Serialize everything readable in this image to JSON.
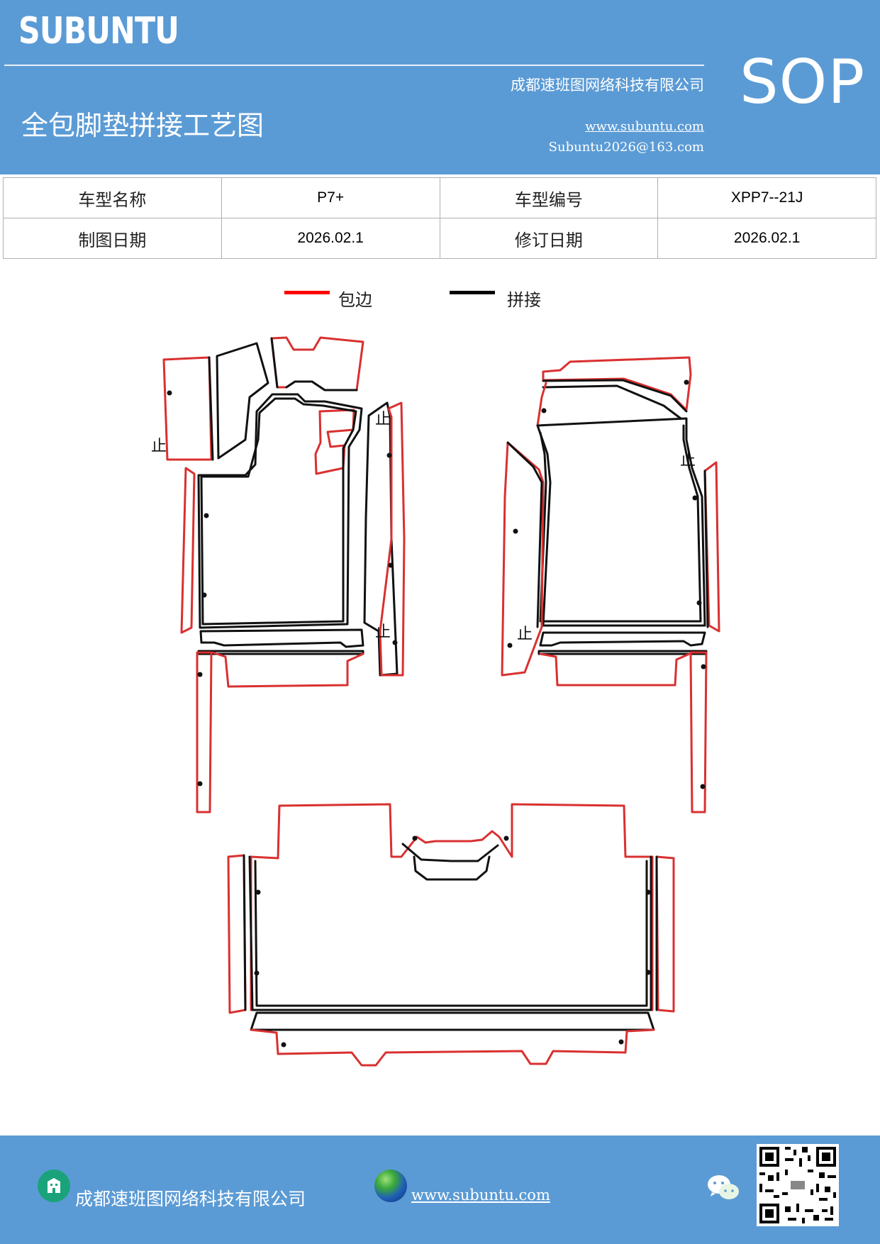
{
  "header": {
    "brand": "SUBUNTU",
    "badge": "SOP",
    "company": "成都速班图网络科技有限公司",
    "title": "全包脚垫拼接工艺图",
    "website": "www.subuntu.com",
    "email": "Subuntu2026@163.com"
  },
  "info_table": {
    "rows": [
      [
        {
          "label": "车型名称"
        },
        {
          "value": "P7+"
        },
        {
          "label": "车型编号"
        },
        {
          "value": "XPP7--21J"
        }
      ],
      [
        {
          "label": "制图日期"
        },
        {
          "value": "2026.02.1"
        },
        {
          "label": "修订日期"
        },
        {
          "value": "2026.02.1"
        }
      ]
    ]
  },
  "legend": {
    "items": [
      {
        "label": "包边",
        "color": "#ff0000"
      },
      {
        "label": "拼接",
        "color": "#000000"
      }
    ]
  },
  "diagram": {
    "edge_color": "#d93030",
    "seam_color": "#111111",
    "stop_mark": "止"
  },
  "footer": {
    "company": "成都速班图网络科技有限公司",
    "website": "www.subuntu.com",
    "icons": [
      "building-icon",
      "globe-icon",
      "wechat-icon",
      "qr-code"
    ]
  },
  "colors": {
    "header_bg": "#5b9bd5",
    "footer_bg": "#5b9bd5"
  }
}
